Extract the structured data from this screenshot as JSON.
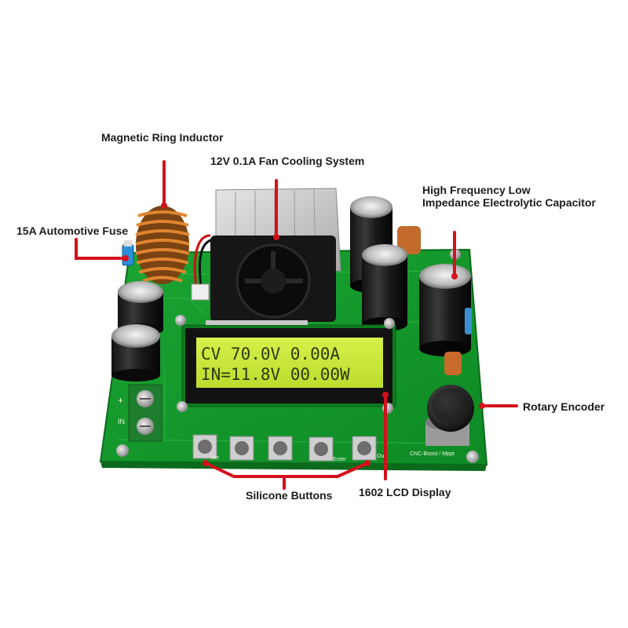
{
  "callouts": {
    "inductor": "Magnetic Ring Inductor",
    "fan": "12V 0.1A Fan Cooling System",
    "fuse": "15A  Automotive Fuse",
    "capacitor_line1": "High Frequency Low",
    "capacitor_line2": "Impedance Electrolytic Capacitor",
    "encoder": "Rotary Encoder",
    "buttons": "Silicone Buttons",
    "lcd": "1602 LCD Display"
  },
  "lcd": {
    "line1": "CV  70.0V  0.00A",
    "line2": "IN=11.8V 00.00W"
  },
  "board_text": {
    "model": "CNC-Boost / Mppt",
    "button_set": "Set",
    "button_enter": "Enter",
    "button_out": "Out",
    "terminal_plus": "+",
    "terminal_in": "IN"
  },
  "colors": {
    "pcb": "#169a2a",
    "callout_line": "#d4101c",
    "lcd_backlight": "#c9e838"
  }
}
